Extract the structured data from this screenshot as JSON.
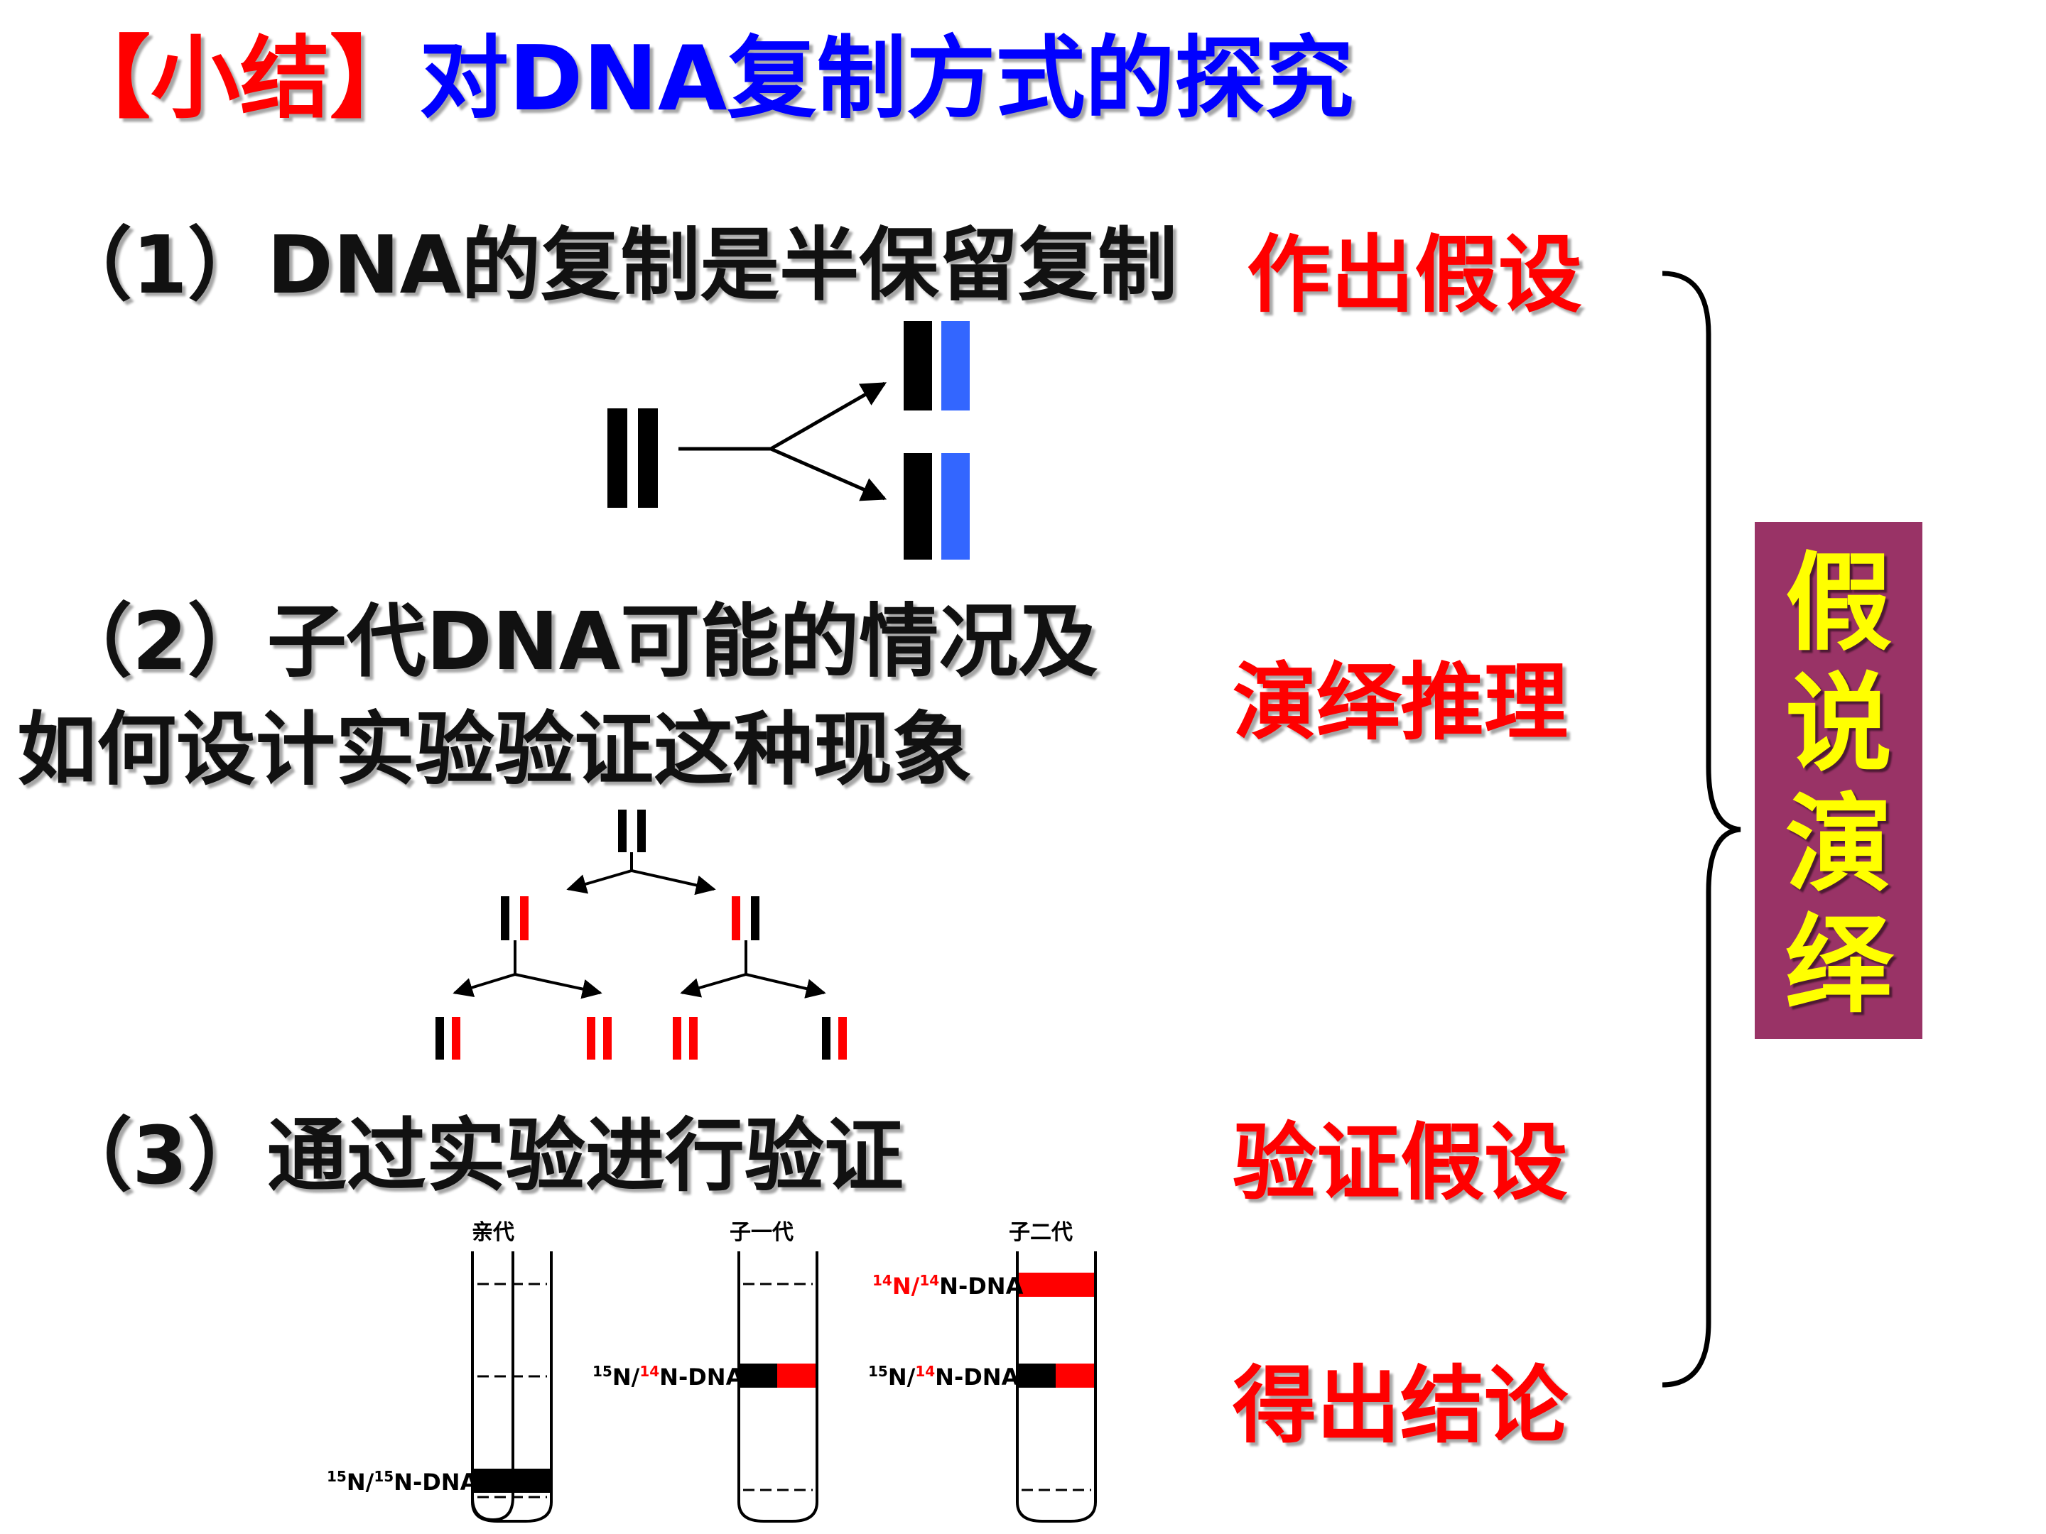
{
  "title": {
    "bracket_part": "【小结】",
    "main_part": "对DNA复制方式的探究"
  },
  "items": [
    "（1）DNA的复制是半保留复制",
    "（2）子代DNA可能的情况及",
    "如何设计实验验证这种现象",
    "（3）通过实验进行验证"
  ],
  "steps": [
    "作出假设",
    "演绎推理",
    "验证假设",
    "得出结论"
  ],
  "conclusion": "假说演绎",
  "tubes": {
    "headers": [
      "亲代",
      "子一代",
      "子二代"
    ],
    "labels": {
      "parent_band": {
        "iso1": "15",
        "a": "N/",
        "iso2": "15",
        "b": "N-DNA"
      },
      "f1_band": {
        "iso1": "15",
        "a": "N/",
        "iso2": "14",
        "b": "N-DNA"
      },
      "f2_light": {
        "iso1": "14",
        "a": "N/",
        "iso2": "14",
        "b": "N-DNA"
      },
      "f2_hybrid": {
        "iso1": "15",
        "a": "N/",
        "iso2": "14",
        "b": "N-DNA"
      }
    }
  },
  "colors": {
    "title_red": "#ff0000",
    "title_blue": "#0000ff",
    "step_red": "#ff0000",
    "conclusion_bg": "#993366",
    "conclusion_text": "#ffff00",
    "strand_black": "#000000",
    "strand_blue": "#3366ff",
    "strand_red": "#ff0000"
  }
}
